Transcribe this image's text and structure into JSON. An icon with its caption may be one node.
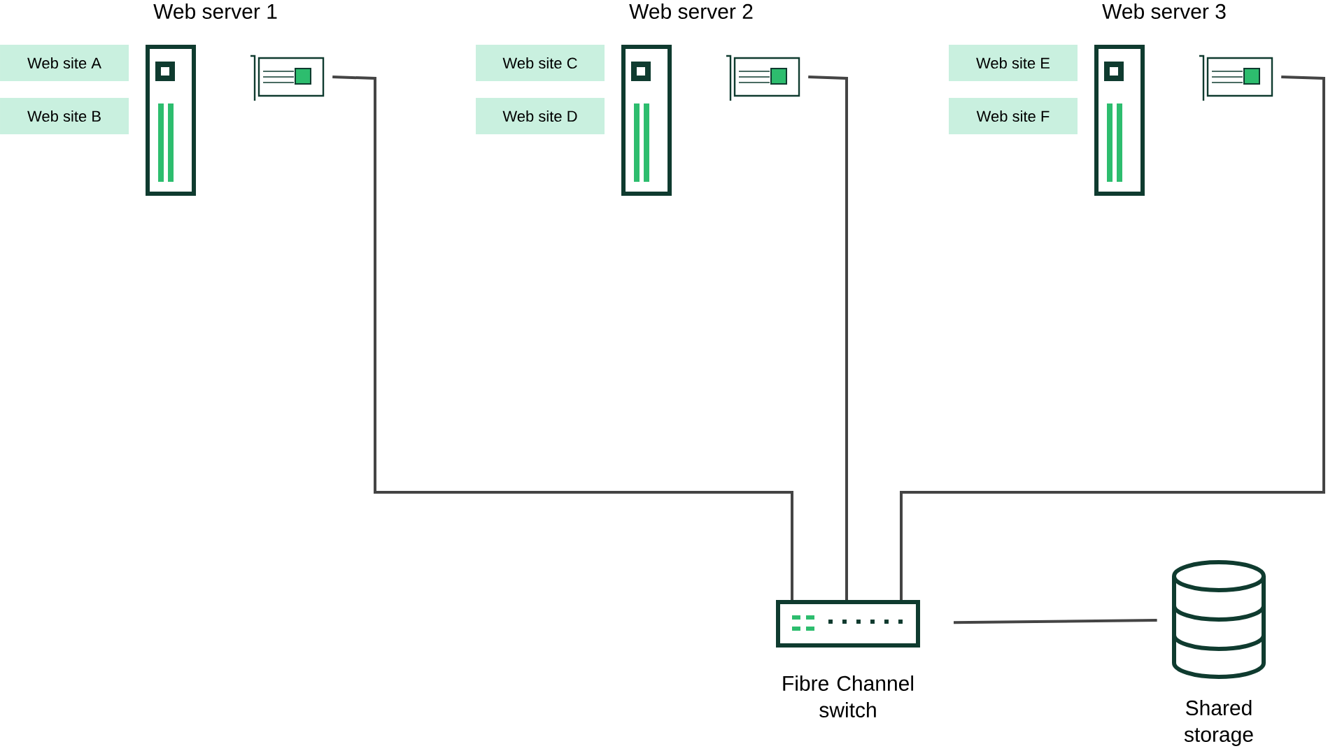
{
  "diagram": {
    "nodes": [
      {
        "text": [
          "Web site A"
        ]
      },
      {
        "text": [
          "Web site B"
        ]
      },
      {
        "text": [
          "Web server 1"
        ]
      },
      {
        "text": [],
        "shape": "picture"
      },
      {
        "text": [
          "Web site C"
        ]
      },
      {
        "text": [
          "Web site D"
        ]
      },
      {
        "text": [
          "Web server 2"
        ]
      },
      {
        "text": [],
        "shape": "picture"
      },
      {
        "text": [
          "Web site E"
        ]
      },
      {
        "text": [
          "Web site F"
        ]
      },
      {
        "text": [
          "Web server 3"
        ]
      },
      {
        "text": [],
        "shape": "picture"
      },
      {
        "text": [
          "Fibre Channel switch"
        ]
      },
      {
        "text": [
          "Shared storage"
        ]
      }
    ],
    "edges": [
      {
        "from": 3,
        "to": 12,
        "arrow": "none"
      },
      {
        "from": 7,
        "to": 12,
        "arrow": "none"
      },
      {
        "from": 11,
        "to": 12,
        "arrow": "none"
      },
      {
        "from": 12,
        "to": 13,
        "arrow": "none"
      }
    ]
  }
}
